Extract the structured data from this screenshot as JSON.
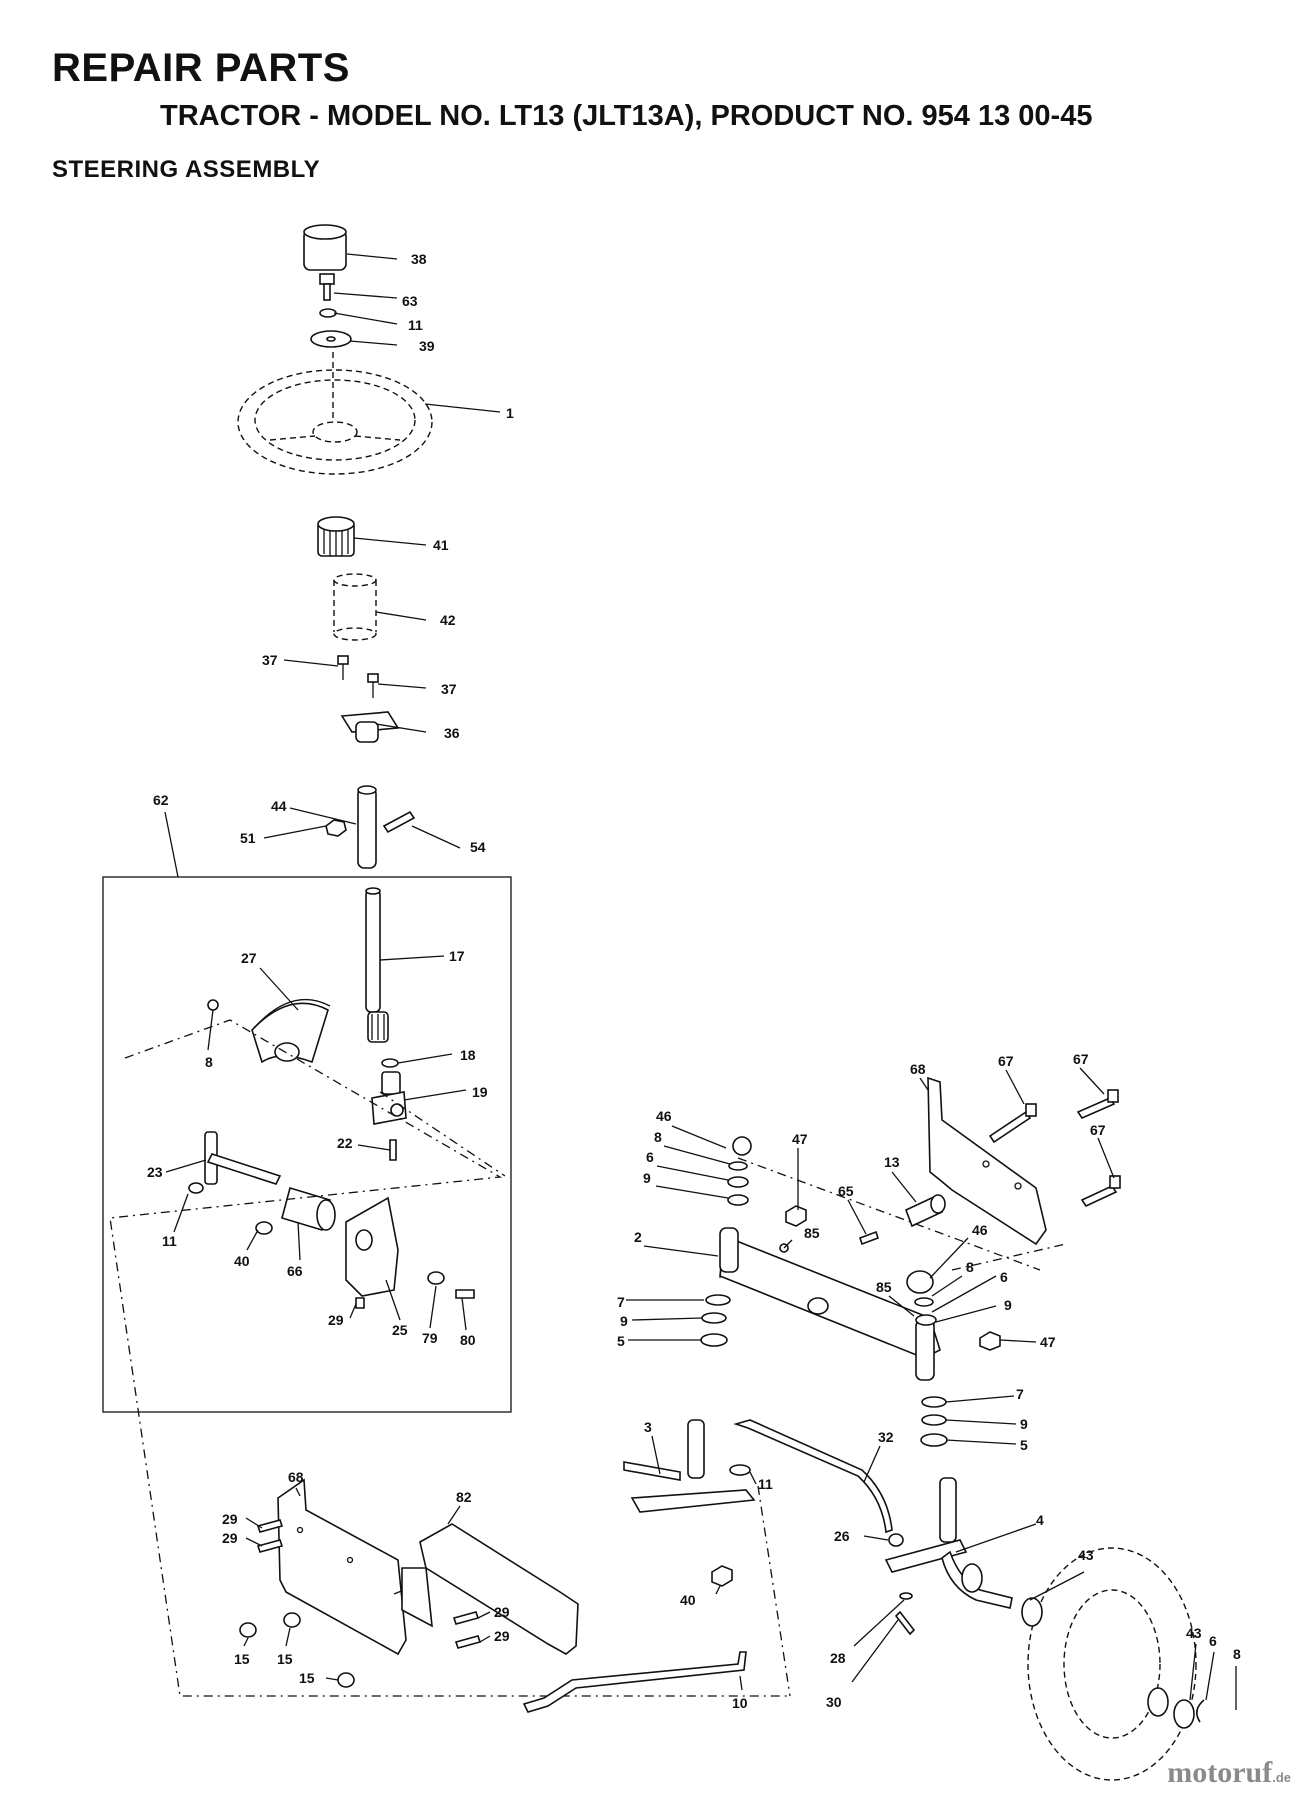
{
  "header": {
    "title": "REPAIR PARTS",
    "subtitle": "TRACTOR - MODEL NO. LT13 (JLT13A), PRODUCT NO. 954 13 00-45",
    "section": "STEERING ASSEMBLY"
  },
  "watermark": {
    "brand": "motoruf",
    "suffix": ".de"
  },
  "callouts": [
    "38",
    "63",
    "11",
    "39",
    "1",
    "41",
    "42",
    "37",
    "37",
    "36",
    "62",
    "44",
    "51",
    "54",
    "17",
    "27",
    "8",
    "18",
    "19",
    "22",
    "23",
    "11",
    "40",
    "66",
    "29",
    "25",
    "79",
    "80",
    "68",
    "67",
    "67",
    "67",
    "46",
    "8",
    "6",
    "9",
    "47",
    "13",
    "65",
    "85",
    "2",
    "46",
    "8",
    "6",
    "85",
    "9",
    "7",
    "9",
    "5",
    "47",
    "7",
    "9",
    "5",
    "3",
    "32",
    "11",
    "68",
    "82",
    "29",
    "29",
    "26",
    "4",
    "43",
    "29",
    "29",
    "40",
    "28",
    "43",
    "6",
    "8",
    "15",
    "15",
    "15",
    "10",
    "30"
  ]
}
